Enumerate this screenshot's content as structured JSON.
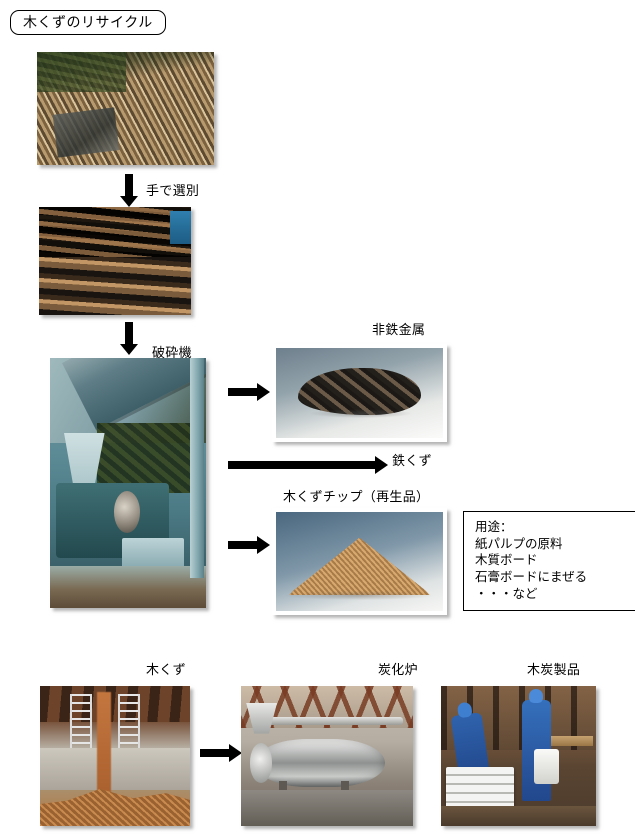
{
  "title": "木くずのリサイクル",
  "steps": {
    "hand_sorting": "手で選別",
    "crusher": "破砕機",
    "nonferrous_metal": "非鉄金属",
    "iron_scrap": "鉄くず",
    "wood_chip_product": "木くずチップ（再生品）",
    "wood_scrap": "木くず",
    "carbonization_furnace": "炭化炉",
    "charcoal_products": "木炭製品"
  },
  "uses_box": {
    "heading": "用途：",
    "items": [
      "紙パルプの原料",
      "木質ボード",
      "石膏ボードにまぜる",
      "・・・など"
    ]
  },
  "photos": {
    "debris_pile": "木くず・廃材の山",
    "sorted_lumber": "選別された木材",
    "crusher_machine": "破砕機の機械",
    "metal_scrap": "非鉄金属スクラップ",
    "chip_pile": "木くずチップの山",
    "chip_bunker": "木くず投入",
    "furnace": "炭化炉",
    "bagging": "木炭製品の袋詰め"
  },
  "colors": {
    "line": "#000000",
    "background": "#ffffff"
  }
}
